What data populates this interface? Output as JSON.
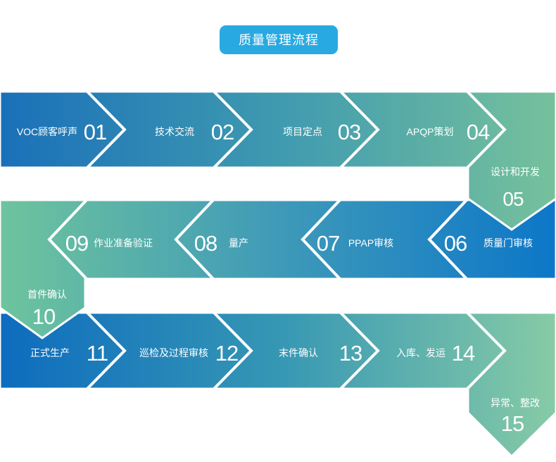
{
  "header": {
    "title": "质量管理流程"
  },
  "colors": {
    "header_bg": "#29a9e1",
    "text": "#ffffff",
    "row1_start": "#1a70b8",
    "row1_mid": "#3f9ab0",
    "row1_end": "#76c19c",
    "row2_start": "#6ec49d",
    "row2_mid": "#3f9ab8",
    "row2_end": "#0d77c8",
    "row3_start": "#0d6cbe",
    "row3_mid": "#3697b4",
    "row3_end": "#87cba6"
  },
  "steps": [
    {
      "num": "01",
      "label": "VOC顾客呼声"
    },
    {
      "num": "02",
      "label": "技术交流"
    },
    {
      "num": "03",
      "label": "项目定点"
    },
    {
      "num": "04",
      "label": "APQP策划"
    },
    {
      "num": "05",
      "label": "设计和开发"
    },
    {
      "num": "06",
      "label": "质量门审核"
    },
    {
      "num": "07",
      "label": "PPAP审核"
    },
    {
      "num": "08",
      "label": "量产"
    },
    {
      "num": "09",
      "label": "作业准备验证"
    },
    {
      "num": "10",
      "label": "首件确认"
    },
    {
      "num": "11",
      "label": "正式生产"
    },
    {
      "num": "12",
      "label": "巡检及过程审核"
    },
    {
      "num": "13",
      "label": "末件确认"
    },
    {
      "num": "14",
      "label": "入库、发运"
    },
    {
      "num": "15",
      "label": "异常、整改"
    }
  ]
}
